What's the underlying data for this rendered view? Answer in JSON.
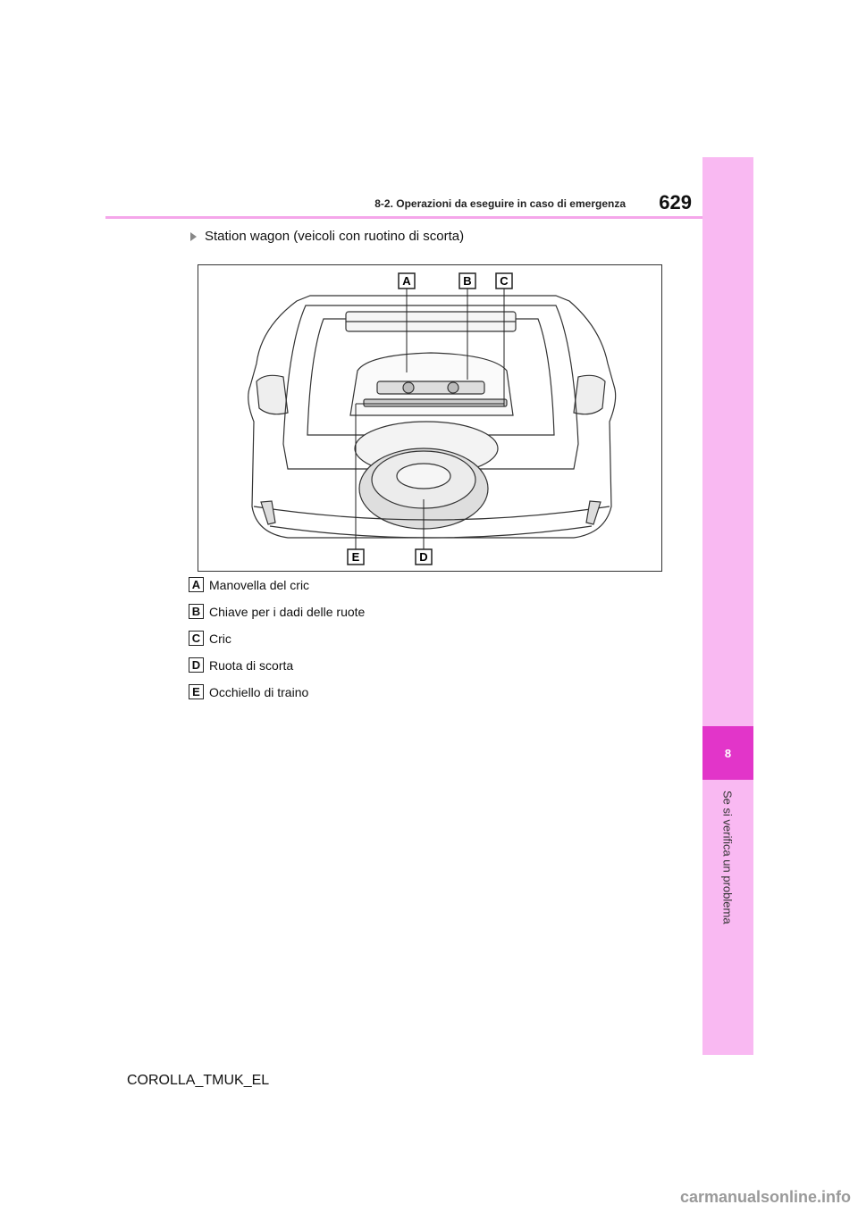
{
  "header": {
    "section_title": "8-2. Operazioni da eseguire in caso di emergenza",
    "page_number": "629"
  },
  "side_tab": {
    "chapter_number": "8",
    "chapter_title": "Se si verifica un problema",
    "colors": {
      "tab": "#f9b9f2",
      "chapter": "#e235c9",
      "rule": "#f5a6ea"
    }
  },
  "subtitle": "Station wagon (veicoli con ruotino di scorta)",
  "figure": {
    "callouts": [
      "A",
      "B",
      "C",
      "D",
      "E"
    ]
  },
  "legend": [
    {
      "key": "A",
      "label": "Manovella del cric"
    },
    {
      "key": "B",
      "label": "Chiave per i dadi delle ruote"
    },
    {
      "key": "C",
      "label": "Cric"
    },
    {
      "key": "D",
      "label": "Ruota di scorta"
    },
    {
      "key": "E",
      "label": "Occhiello di traino"
    }
  ],
  "footer": {
    "doc_code": "COROLLA_TMUK_EL",
    "watermark": "carmanualsonline.info"
  }
}
